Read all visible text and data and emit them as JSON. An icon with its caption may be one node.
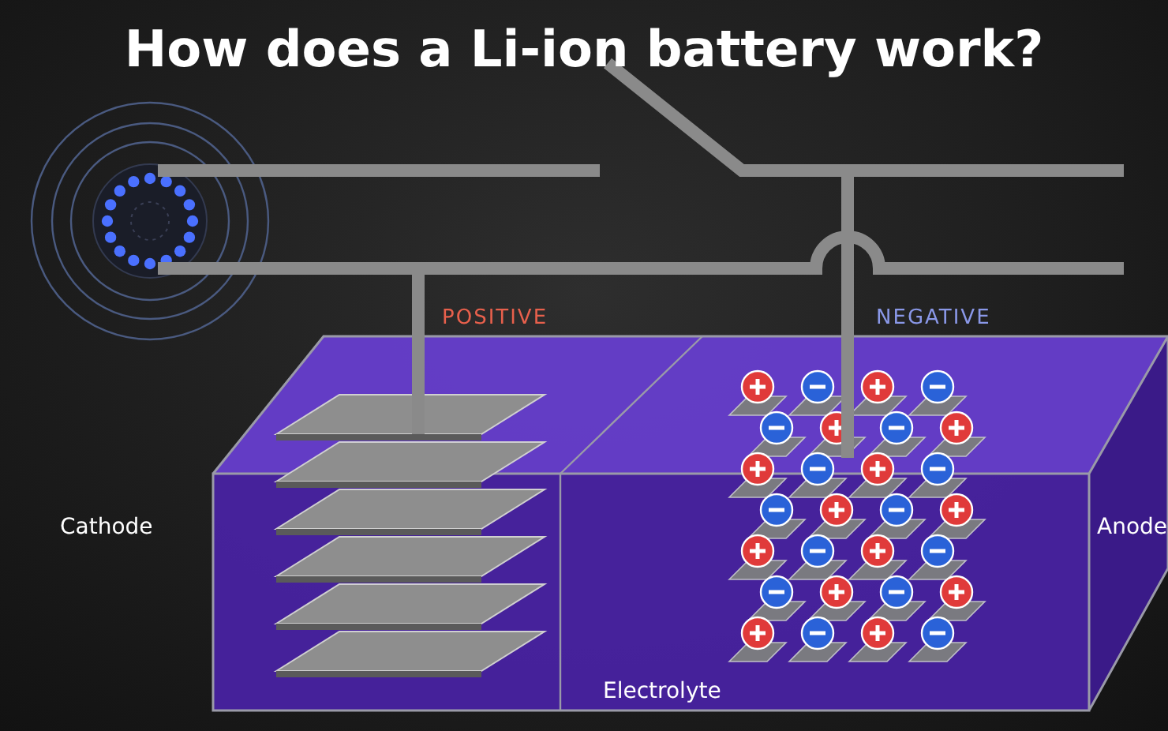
{
  "diagram": {
    "title": "How does a Li-ion battery work?",
    "labels": [
      "POSITIVE",
      "NEGATIVE",
      "Cathode",
      "Anode",
      "Electrolyte"
    ]
  }
}
